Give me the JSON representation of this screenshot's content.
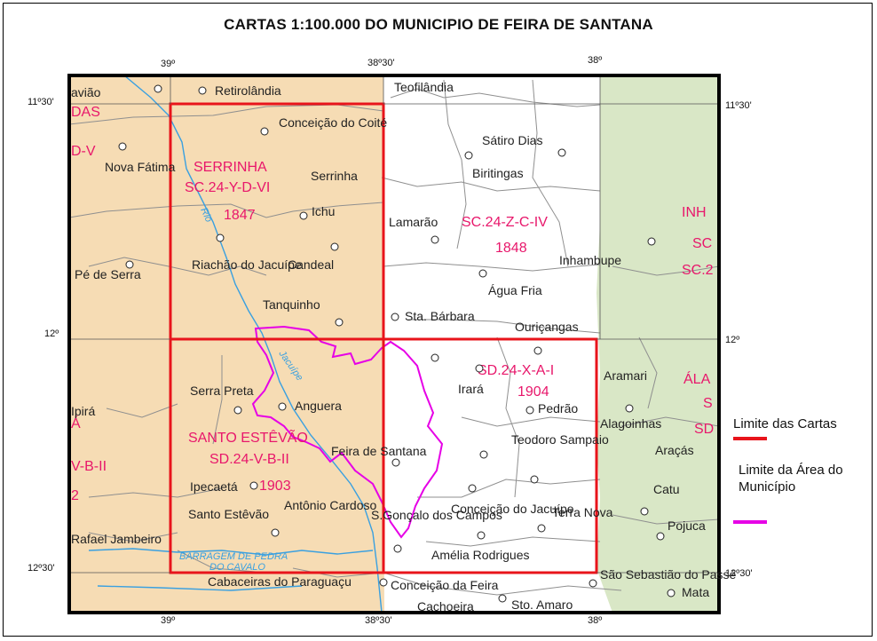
{
  "title": "CARTAS 1:100.000 DO MUNICIPIO DE FEIRA DE SANTANA",
  "coordinates": {
    "top": [
      "39º",
      "38º30'",
      "38º"
    ],
    "bottom": [
      "39º",
      "38º30'",
      "38º"
    ],
    "left": [
      "11º30'",
      "12º",
      "12º30'"
    ],
    "right": [
      "11º30'",
      "12º",
      "12º30'"
    ]
  },
  "sheets": [
    {
      "name": "SERRINHA",
      "code": "SC.24-Y-D-VI",
      "number": "1847"
    },
    {
      "name": "",
      "code": "SC.24-Z-C-IV",
      "number": "1848"
    },
    {
      "name": "SANTO ESTÊVÃO",
      "code": "SD.24-V-B-II",
      "number": "1903"
    },
    {
      "name": "",
      "code": "SD.24-X-A-I",
      "number": "1904"
    }
  ],
  "partial_sheet_labels": [
    "DAS",
    "D-V",
    "INH",
    "SC",
    "SC.2",
    "ÁLA",
    "S",
    "SD",
    "Á",
    "V-B-II",
    "2"
  ],
  "places": [
    "avião",
    "Retirolândia",
    "Teofilândia",
    "Conceição do Coité",
    "Sátiro Dias",
    "Biritingas",
    "Nova Fátima",
    "Serrinha",
    "Ichu",
    "Lamarão",
    "Pé de Serra",
    "Riachão do Jacuípe",
    "Candeal",
    "Tanquinho",
    "Inhambupe",
    "Água Fria",
    "Sta. Bárbara",
    "Ouriçangas",
    "Aramari",
    "Irará",
    "Pedrão",
    "Serra Preta",
    "Anguera",
    "Alagoinhas",
    "Ipirá",
    "Feira de Santana",
    "Teodoro Sampaio",
    "Araçás",
    "Ipecaetá",
    "Catu",
    "Santo Estêvão",
    "Antônio Cardoso",
    "S.Gonçalo dos Campos",
    "Conceição do Jacuípe",
    "Terra Nova",
    "Pojuca",
    "Rafael Jambeiro",
    "Amélia Rodrigues",
    "São Sebastião do Passé",
    "Mata",
    "Cabaceiras do Paraguaçu",
    "Conceição da Feira",
    "Cachoeira",
    "Sto. Amaro"
  ],
  "water_labels": [
    "Rio",
    "Jacuípe",
    "BARRAGEM DE PEDRA",
    "DO CAVALO"
  ],
  "legend": [
    {
      "label": "Limite das Cartas",
      "color": "#e8141b"
    },
    {
      "label": "Limite da Área do Município",
      "color": "#e600e6"
    }
  ],
  "colors": {
    "tan_region": "#f6dcb4",
    "green_region": "#d9e7c6",
    "white_region": "#ffffff",
    "sheet_boundary": "#e8141b",
    "municipality_boundary": "#e600e6",
    "river": "#3aa0e0",
    "border": "#000000",
    "label_text": "#e8176b",
    "roads": "#8a8a8a"
  }
}
